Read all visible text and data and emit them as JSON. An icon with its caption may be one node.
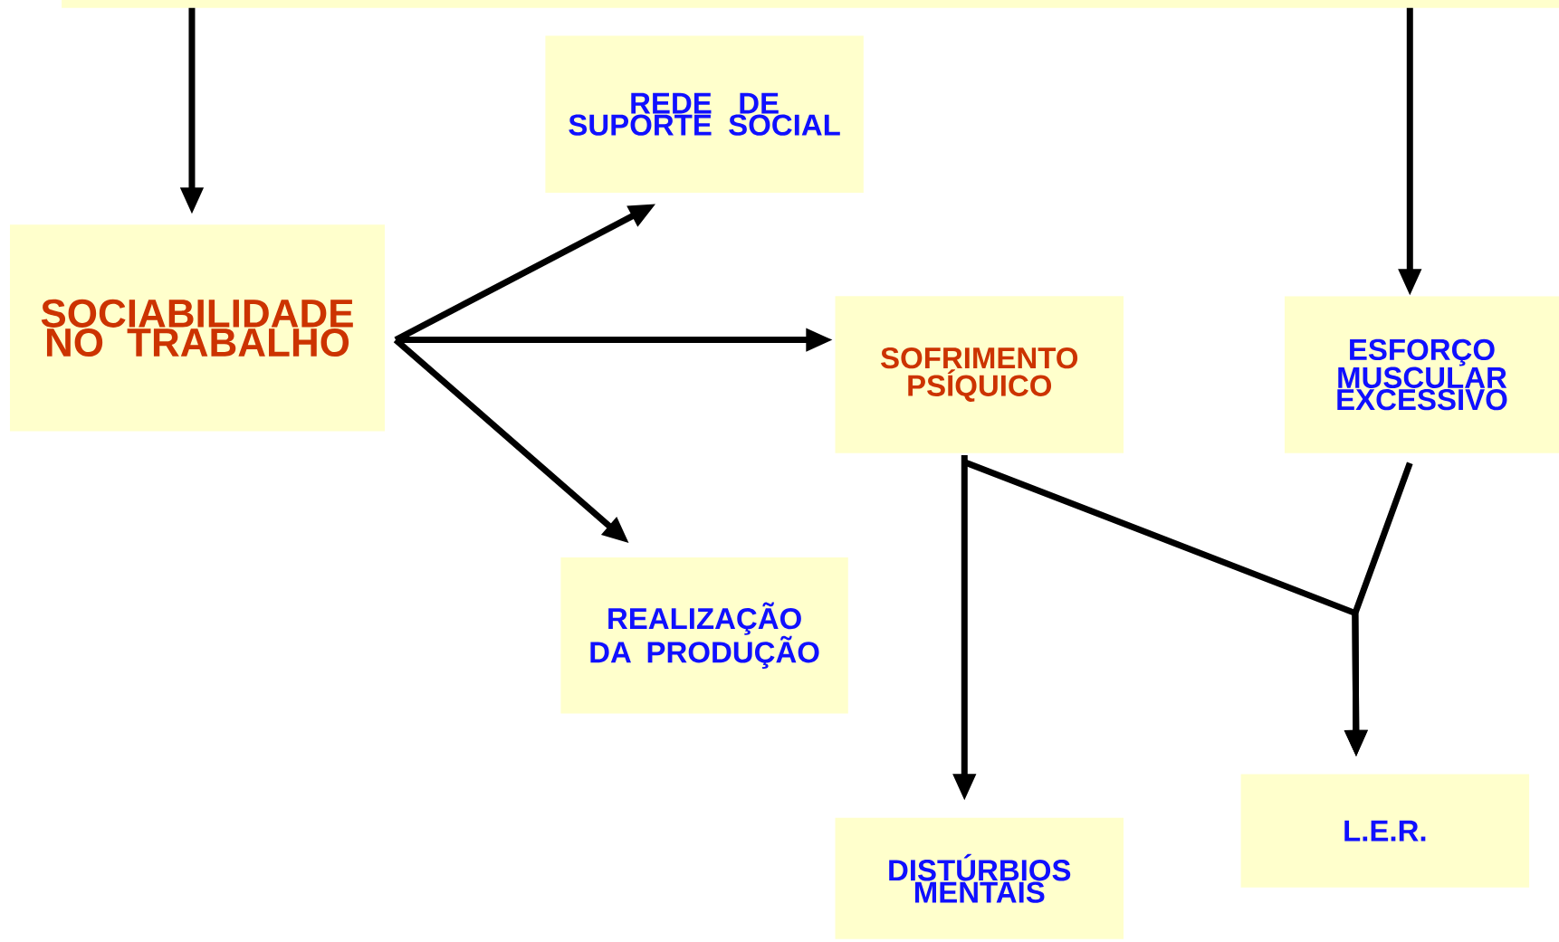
{
  "diagram": {
    "nodes": [
      {
        "text": [],
        "shape": "box"
      },
      {
        "text": [
          "SOCIABILIDADE NO TRABALHO"
        ]
      },
      {
        "text": [
          "REDE DE SUPORTE SOCIAL"
        ]
      },
      {
        "text": [
          "SOFRIMENTO PSÍQUICO"
        ]
      },
      {
        "text": [
          "ESFORÇO MUSCULAR EXCESSIVO"
        ]
      },
      {
        "text": [
          "REALIZAÇÃO DA PRODUÇÃO"
        ]
      },
      {
        "text": [
          "DISTÚRBIOS MENTAIS"
        ]
      },
      {
        "text": [
          "L.E.R."
        ]
      }
    ],
    "edges": [
      {
        "from": 0,
        "to": 1,
        "arrow": "to"
      },
      {
        "from": 0,
        "to": 4,
        "arrow": "to"
      },
      {
        "from": 1,
        "to": 2,
        "arrow": "to"
      },
      {
        "from": 1,
        "to": 3,
        "arrow": "to"
      },
      {
        "from": 1,
        "to": 5,
        "arrow": "to"
      },
      {
        "from": 3,
        "to": 6,
        "arrow": "to"
      },
      {
        "from": 3,
        "to": 7,
        "arrow": "to"
      },
      {
        "from": 4,
        "to": 7,
        "arrow": "to"
      }
    ]
  }
}
